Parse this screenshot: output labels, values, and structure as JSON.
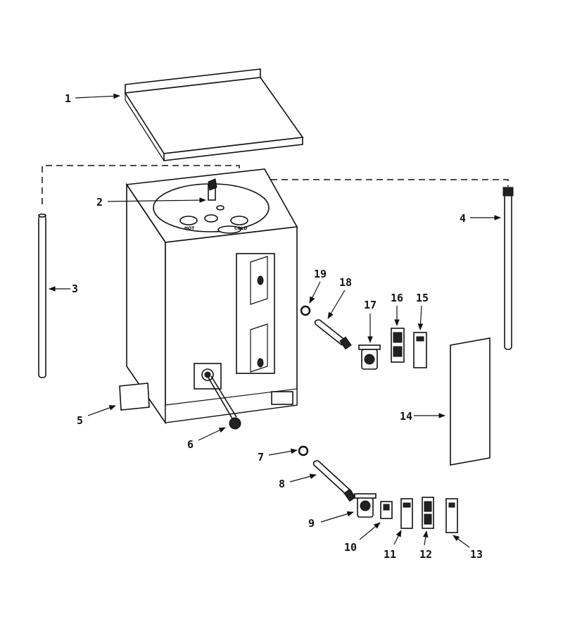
{
  "callouts": {
    "c1": "1",
    "c2": "2",
    "c3": "3",
    "c4": "4",
    "c5": "5",
    "c6": "6",
    "c7": "7",
    "c8": "8",
    "c9": "9",
    "c10": "10",
    "c11": "11",
    "c12": "12",
    "c13": "13",
    "c14": "14",
    "c15": "15",
    "c16": "16",
    "c17": "17",
    "c18": "18",
    "c19": "19"
  },
  "tank_port_labels": {
    "hot": "HOT",
    "cold": "COLD"
  }
}
